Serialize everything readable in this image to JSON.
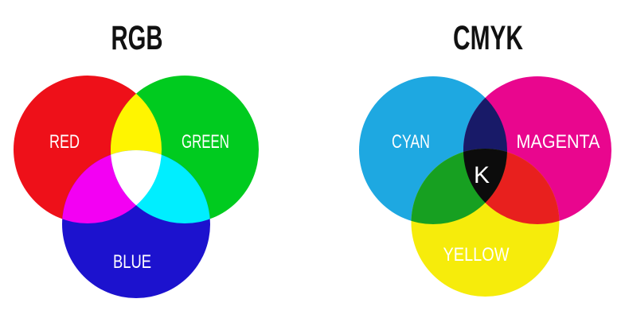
{
  "page": {
    "background": "#FFFFFF"
  },
  "rgb_diagram": {
    "title": "RGB",
    "title_color": "#111111",
    "label_color": "#FFFFFF",
    "circles": [
      {
        "label": "RED",
        "color": "#EE1019"
      },
      {
        "label": "GREEN",
        "color": "#00CB1F"
      },
      {
        "label": "BLUE",
        "color": "#1C12CE"
      }
    ],
    "overlaps": {
      "red_green": "#FFF500",
      "red_blue": "#F300F3",
      "green_blue": "#00EEFF",
      "center": "#FFFFFF"
    }
  },
  "cmyk_diagram": {
    "title": "CMYK",
    "title_color": "#111111",
    "label_color": "#FFFFFF",
    "circles": [
      {
        "label": "CYAN",
        "color": "#1EA8E1"
      },
      {
        "label": "MAGENTA",
        "color": "#E9068E"
      },
      {
        "label": "YELLOW",
        "color": "#F6EC0B"
      }
    ],
    "overlaps": {
      "cyan_magenta": "#181A68",
      "magenta_yellow": "#E8201E",
      "cyan_yellow": "#17A021",
      "center": "#0C0C0C",
      "center_label": "K"
    }
  }
}
